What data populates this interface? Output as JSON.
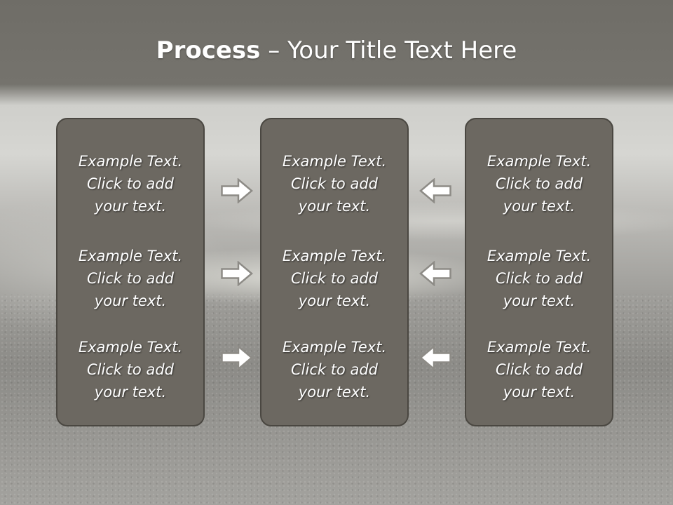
{
  "title": {
    "bold": "Process",
    "separator": " – ",
    "rest": "Your Title Text Here"
  },
  "panels": [
    {
      "items": [
        [
          "Example Text.",
          "Click  to add",
          "your text."
        ],
        [
          "Example Text.",
          "Click  to add",
          "your text."
        ],
        [
          "Example Text.",
          "Click  to add",
          "your text."
        ]
      ]
    },
    {
      "items": [
        [
          "Example Text.",
          "Click  to add",
          "your text."
        ],
        [
          "Example Text.",
          "Click  to add",
          "your text."
        ],
        [
          "Example Text.",
          "Click  to add",
          "your text."
        ]
      ]
    },
    {
      "items": [
        [
          "Example Text.",
          "Click  to add",
          "your text."
        ],
        [
          "Example Text.",
          "Click  to add",
          "your text."
        ],
        [
          "Example Text.",
          "Click  to add",
          "your text."
        ]
      ]
    }
  ],
  "icons": {
    "left_arrows": "arrow-right-icon",
    "right_arrows": "arrow-left-icon"
  },
  "colors": {
    "panel": "#6c6861",
    "panel_border": "#4a4741",
    "text": "#ffffff"
  }
}
